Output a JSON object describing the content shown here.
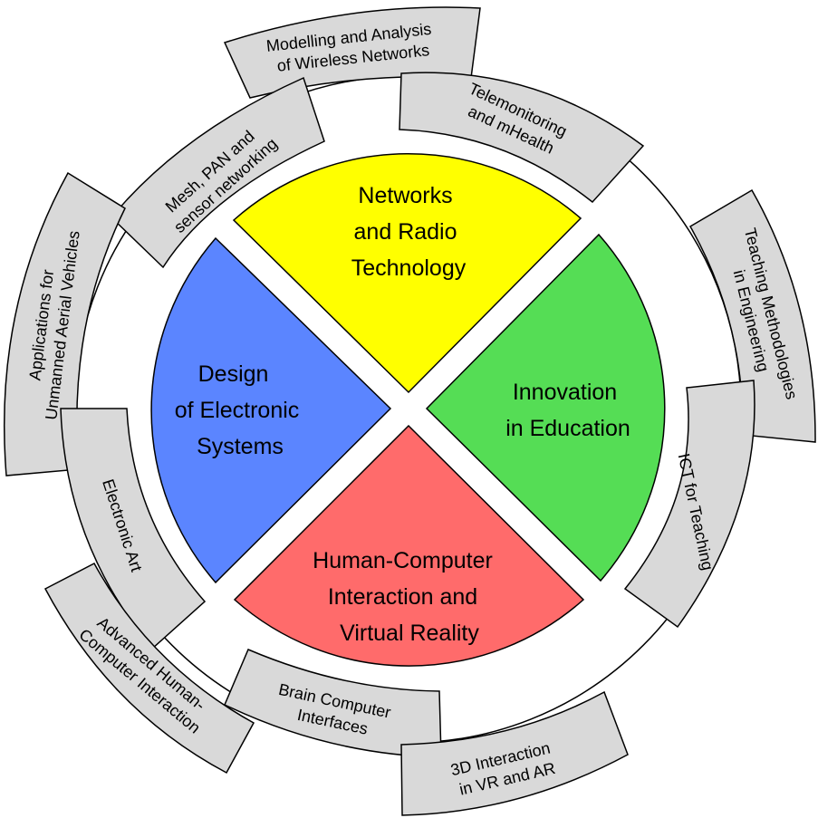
{
  "core_areas": [
    {
      "id": "networks",
      "lines": [
        "Networks",
        "and Radio",
        "Technology"
      ],
      "color": "#ffff00"
    },
    {
      "id": "education",
      "lines": [
        "Innovation",
        "in Education"
      ],
      "color": "#55dd55"
    },
    {
      "id": "hci",
      "lines": [
        "Human-Computer",
        "Interaction and",
        "Virtual Reality"
      ],
      "color": "#ff6b6b"
    },
    {
      "id": "design",
      "lines": [
        "Design",
        "of Electronic",
        "Systems"
      ],
      "color": "#5b85ff"
    }
  ],
  "subtopics": [
    {
      "id": "wireless",
      "lines": [
        "Modelling and Analysis",
        "of Wireless Networks"
      ]
    },
    {
      "id": "telemonitoring",
      "lines": [
        "Telemonitoring",
        "and mHealth"
      ]
    },
    {
      "id": "mesh",
      "lines": [
        "Mesh, PAN and",
        "sensor networking"
      ]
    },
    {
      "id": "teaching",
      "lines": [
        "Teaching Methodologies",
        "in Engineering"
      ]
    },
    {
      "id": "uav",
      "lines": [
        "Applications for",
        "Unmanned Aerial Vehicles"
      ]
    },
    {
      "id": "ict",
      "lines": [
        "ICT for Teaching"
      ]
    },
    {
      "id": "art",
      "lines": [
        "Electronic Art"
      ]
    },
    {
      "id": "advanced-hci",
      "lines": [
        "Advanced Human-",
        "Computer Interaction"
      ]
    },
    {
      "id": "bci",
      "lines": [
        "Brain Computer",
        "Interfaces"
      ]
    },
    {
      "id": "vr3d",
      "lines": [
        "3D Interaction",
        "in VR and AR"
      ]
    }
  ]
}
